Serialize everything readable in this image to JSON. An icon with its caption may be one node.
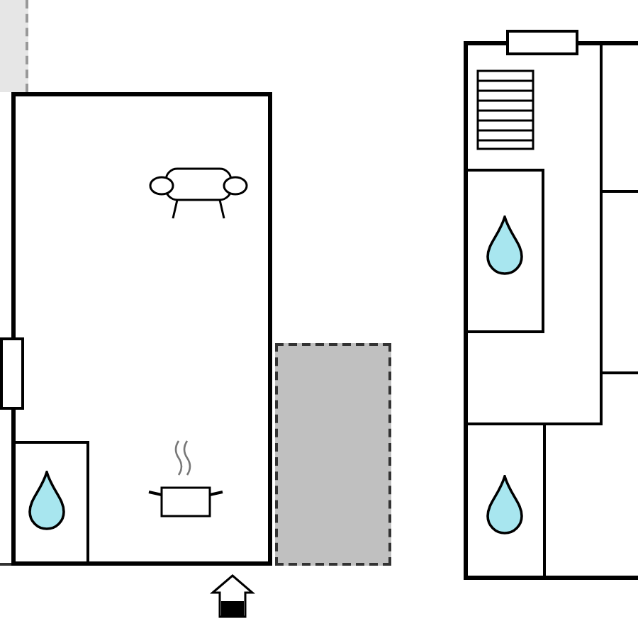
{
  "diagram": {
    "nodes": [
      {
        "text": [],
        "shape": "box"
      },
      {
        "text": [],
        "shape": "box",
        "in": 0
      },
      {
        "text": [],
        "shape": "box"
      },
      {
        "text": [],
        "shape": "box"
      },
      {
        "text": [],
        "shape": "box",
        "in": 3
      },
      {
        "text": [],
        "shape": "box",
        "in": 4
      },
      {
        "text": [],
        "shape": "box",
        "in": 3
      },
      {
        "text": [],
        "shape": "box",
        "in": 3
      }
    ]
  }
}
